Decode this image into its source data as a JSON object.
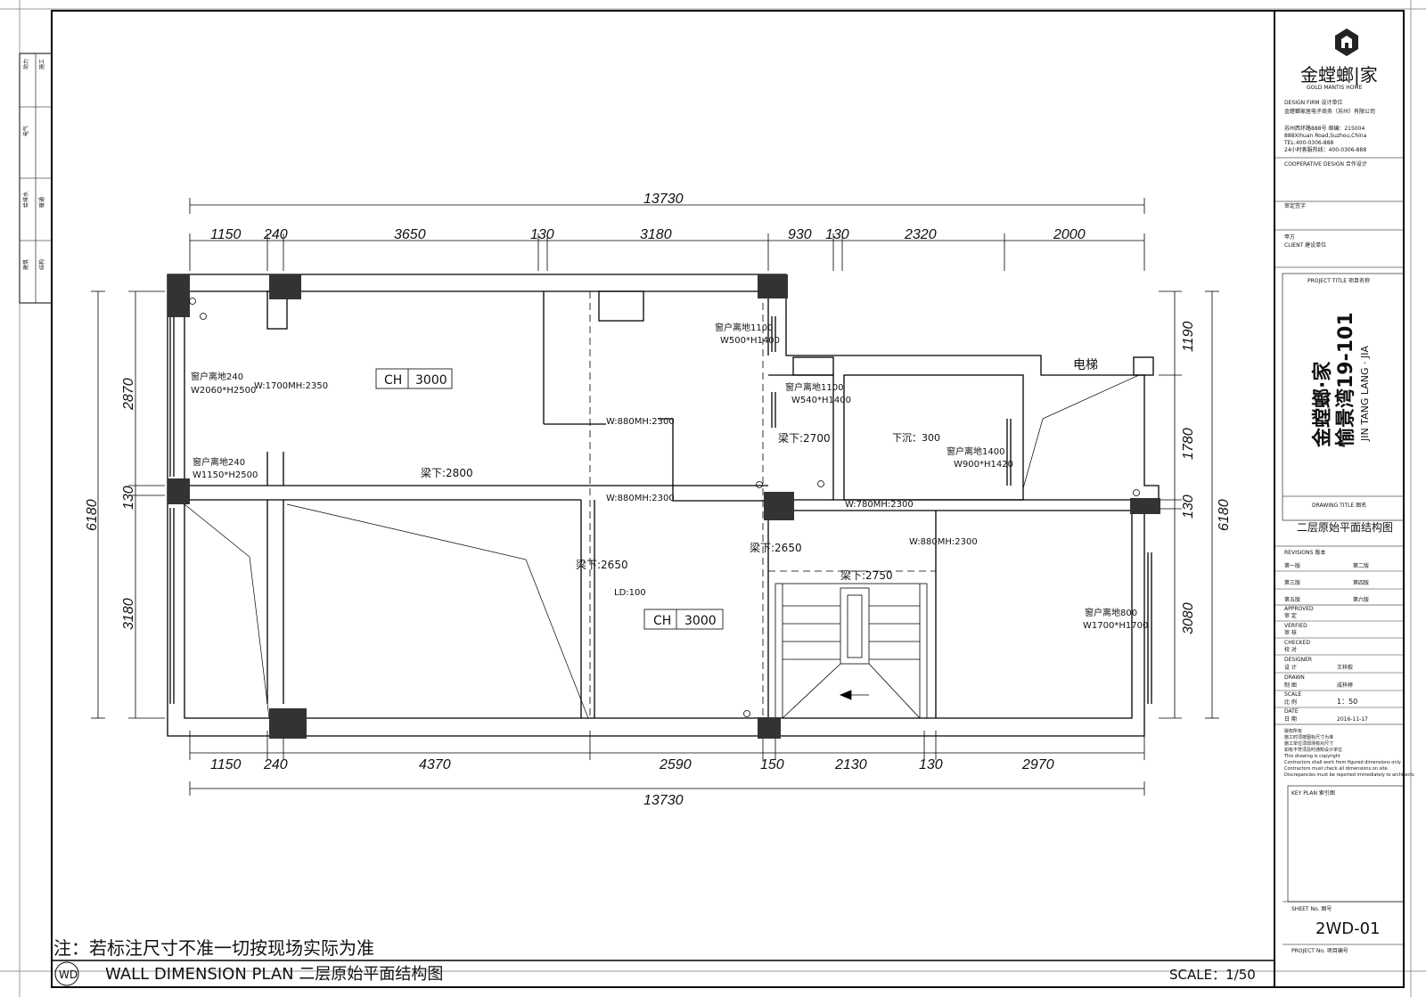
{
  "drawing": {
    "note": "注：若标注尺寸不准一切按现场实际为准",
    "badge": "WD",
    "plan_title": "WALL DIMENSION PLAN 二层原始平面结构图",
    "scale": "SCALE：1/50"
  },
  "left_strip": {
    "labels": [
      "暖通",
      "给排水",
      "电气",
      "动力",
      "施工",
      "结构",
      "建筑"
    ]
  },
  "dimensions": {
    "top_total": "13730",
    "top": [
      "1150",
      "240",
      "3650",
      "130",
      "3180",
      "930",
      "130",
      "2320",
      "2000"
    ],
    "bottom_total": "13730",
    "bottom": [
      "1150",
      "240",
      "4370",
      "2590",
      "150",
      "2130",
      "130",
      "2970"
    ],
    "left_total": "6180",
    "left": [
      "2870",
      "130",
      "3180"
    ],
    "right_total": "6180",
    "right": [
      "1190",
      "1780",
      "130",
      "3080"
    ]
  },
  "annotations": {
    "ch_label": "CH",
    "ch_value": "3000",
    "win1_a": "窗户离地240",
    "win1_b": "W2060*H2500",
    "win2_a": "窗户离地240",
    "win2_b": "W1150*H2500",
    "win3_a": "窗户离地1100",
    "win3_b": "W500*H1400",
    "win4_a": "窗户离地1100",
    "win4_b": "W540*H1400",
    "win5_a": "窗户离地1400",
    "win5_b": "W900*H1420",
    "win6_a": "窗户离地800",
    "win6_b": "W1700*H1700",
    "door1": "W:1700MH:2350",
    "door2": "W:880MH:2300",
    "door3": "W:880MH:2300",
    "door4": "W:780MH:2300",
    "door5": "W:880MH:2300",
    "beam1": "梁下:2800",
    "beam2": "梁下:2700",
    "beam3": "梁下:2650",
    "beam4": "梁下:2650",
    "beam5": "梁下:2750",
    "sink": "下沉：300",
    "elevator": "电梯",
    "ld": "LD:100"
  },
  "title_block": {
    "logo_text": "金螳螂|家",
    "logo_sub": "GOLD MANTIS HOME",
    "design_firm": "DESIGN FIRM   设计单位",
    "firm_name": "金螳螂家居电子商务（苏州）有限公司",
    "addr1": "苏州西环路888号   邮编：215004",
    "addr2": "888Xihuan Road,Suzhou,China",
    "addr3": "TEL:400-0306-888",
    "addr4": "24小时客服热线：400-0306-888",
    "coop": "COOPERATIVE DESIGN    合作设计",
    "stamp": "审定签字",
    "client_a": "甲方",
    "client_b": "CLIENT   建设单位",
    "project_title": "PROJECT TITLE   项目名称",
    "project_name": "金螳螂·家",
    "project_name2": "愉景湾19-101",
    "project_pinyin": "JIN TANG LANG · JIA",
    "drawing_title_label": "DRAWING TITLE   图名",
    "drawing_title": "二层原始平面结构图",
    "revisions": "REVISIONS  版本",
    "rev1": "第一版",
    "rev2": "第二版",
    "rev3": "第三版",
    "rev4": "第四版",
    "rev5": "第五版",
    "rev6": "第六版",
    "approved": "APPROVED",
    "approved_cn": "审  定",
    "verified": "VERFIED",
    "verified_cn": "审  核",
    "checked": "CHECKED",
    "checked_cn": "校  对",
    "designer": "DESIGNER",
    "designer_cn": "设  计",
    "designer_name": "王梓毅",
    "drawn": "DRAWN",
    "drawn_cn": "制  图",
    "drawn_name": "成梓婷",
    "scale_label": "SCALE",
    "scale_cn": "比  例",
    "scale_val": "1：50",
    "date_label": "DATE",
    "date_cn": "日  期",
    "date_val": "2016-11-17",
    "copyright1": "版权所有",
    "copyright2": "施工时须按图标尺寸为准",
    "copyright3": "施工单位须现场核对尺寸",
    "copyright4": "如有不符须及时通知设计单位",
    "copyright5": "This drawing is copyright",
    "copyright6": "Contractors shall work from figured dimensions only",
    "copyright7": "Contractors must check all dimensions on site.",
    "copyright8": "Discrepancies must be reported immediately to architects",
    "key_plan": "KEY PLAN   索引图",
    "sheet_no_label": "SHEET No.   图号",
    "sheet_no": "2WD-01",
    "project_no": "PROJECT No.   项目编号"
  }
}
